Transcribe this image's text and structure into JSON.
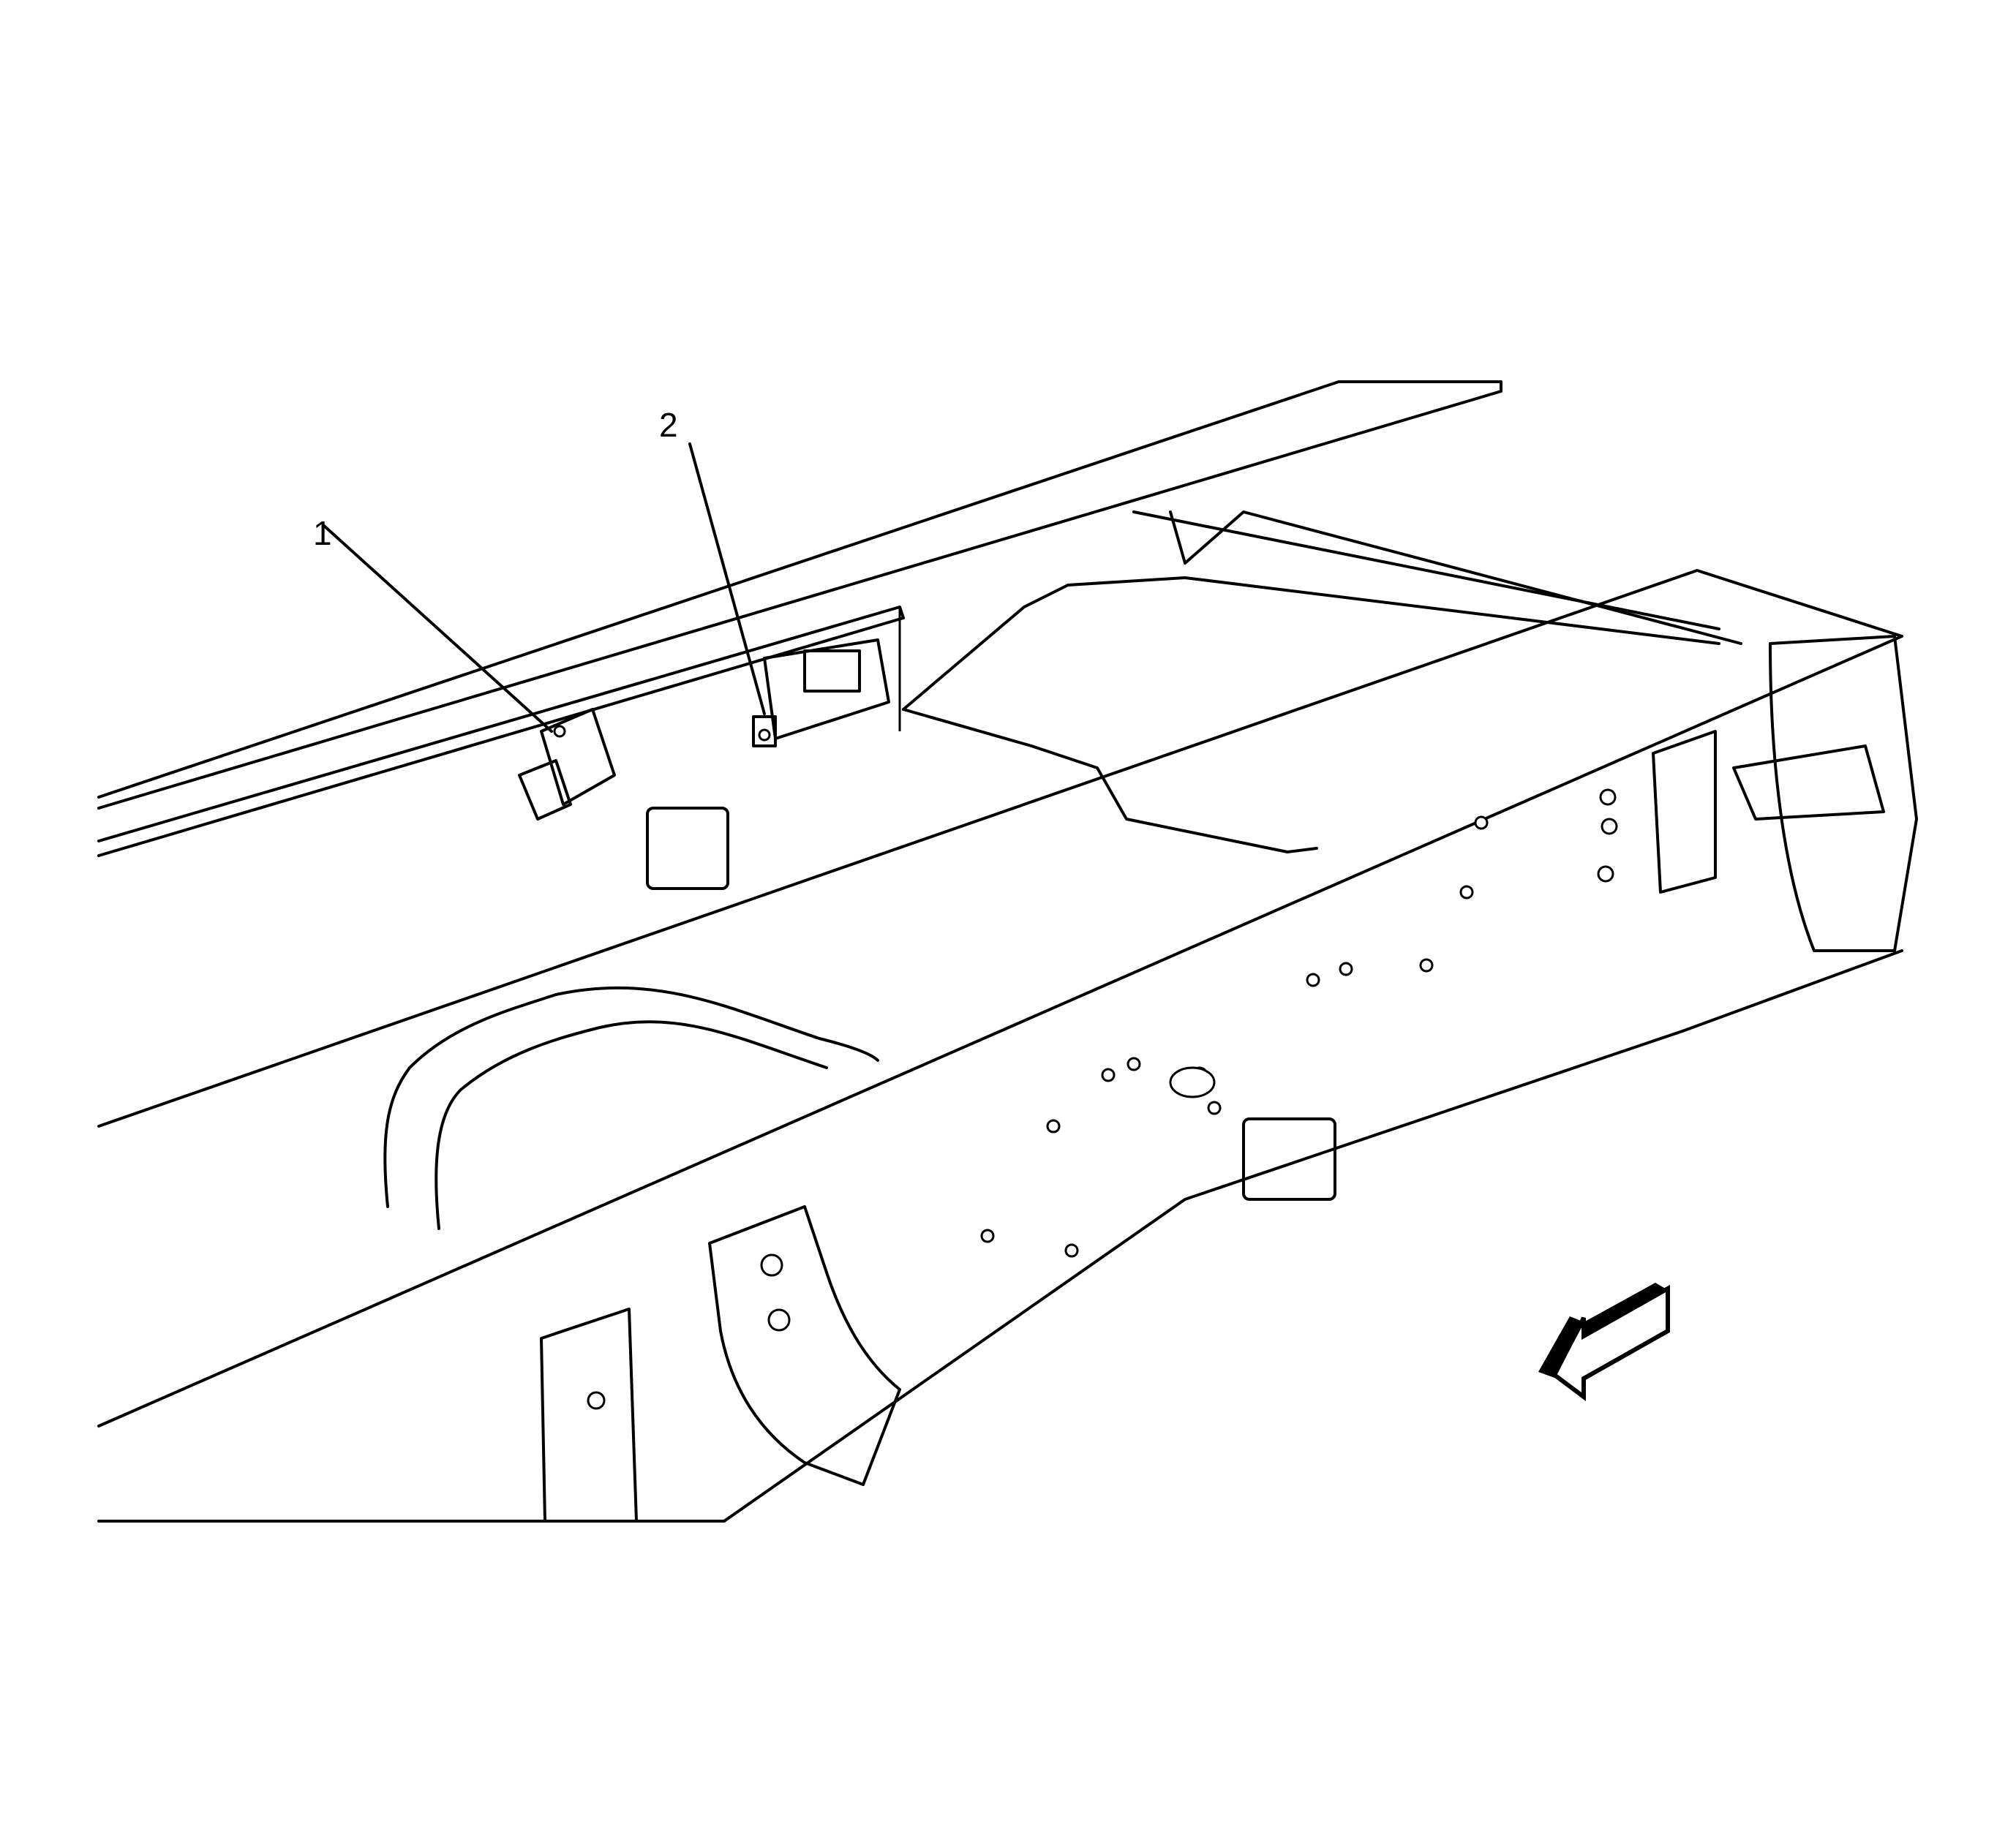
{
  "diagram": {
    "subject": "vehicle frame assembly (isometric line drawing)",
    "callouts": [
      {
        "id": "1",
        "label": "1",
        "target": "component mounted on inner left frame rail"
      },
      {
        "id": "2",
        "label": "2",
        "target": "module bracket on inner left frame rail"
      }
    ],
    "direction_arrow": {
      "icon": "front-direction-arrow-icon",
      "points": "lower-left"
    },
    "colors": {
      "line": "#000000",
      "background": "#ffffff"
    }
  }
}
